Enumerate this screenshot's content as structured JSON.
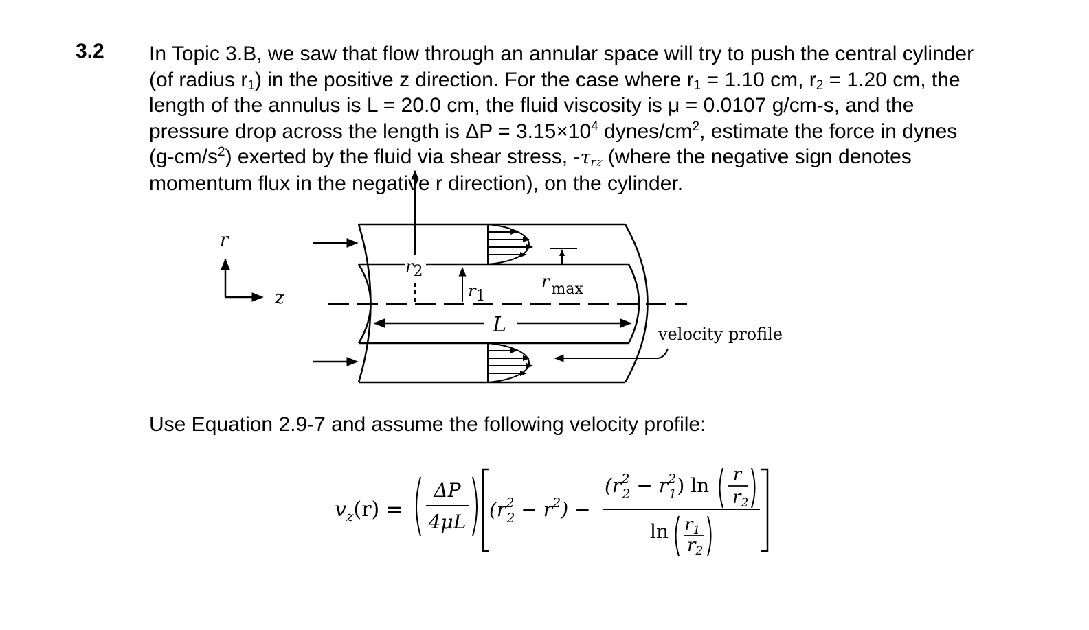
{
  "problem": {
    "number": "3.2",
    "line1": "In Topic 3.B, we saw that flow through an annular space will try to push the central cylinder",
    "line2a": "(of radius r",
    "line2_sub": "1",
    "line2b": ") in the positive z direction.  For the case where r",
    "line2_sub2": "1",
    "line2c": " = 1.10 cm, r",
    "line2_sub3": "2",
    "line2d": " = 1.20 cm, the",
    "line3": "length of the annulus is L = 20.0 cm, the fluid viscosity is μ = 0.0107 g/cm-s, and the",
    "line4a": "pressure drop across the length is ΔP = 3.15×10",
    "line4_sup": "4",
    "line4b": " dynes/cm",
    "line4_sup2": "2",
    "line4c": ", estimate the force in dynes",
    "line5a": "(g-cm/s",
    "line5_sup": "2",
    "line5b": ") exerted by the fluid via shear stress, -",
    "tau_symbol": "τ",
    "tau_sub": "rz",
    "line5c": " (where the negative sign denotes",
    "line6": "momentum flux in the negative r direction), on the cylinder."
  },
  "figure": {
    "axis_r": "r",
    "axis_z": "z",
    "label_r2": "r",
    "label_r2_sub": "2",
    "label_r1": "r",
    "label_r1_sub": "1",
    "label_rmax": "r",
    "label_rmax_sub": "max",
    "label_L": "L",
    "label_velocity_profile": "velocity profile"
  },
  "instruction": "Use Equation 2.9-7 and assume the following velocity profile:",
  "equation": {
    "lhs_v": "v",
    "lhs_sub": "z",
    "lhs_arg": "(r) =",
    "frac1_num": "ΔP",
    "frac1_den": "4μL",
    "term1": "(r",
    "term1_sub": "2",
    "term1_sup": "2",
    "term1_end": " − r",
    "term1_sup2": "2",
    "term1_close": ") −",
    "num_a": "(r",
    "num_a_sub": "2",
    "num_a_sup": "2",
    "num_b": " − r",
    "num_b_sub": "1",
    "num_b_sup": "2",
    "num_c": ") ln",
    "num_frac_num": "r",
    "num_frac_den": "r",
    "num_frac_den_sub": "2",
    "den_ln": "ln",
    "den_frac_num": "r",
    "den_frac_num_sub": "1",
    "den_frac_den": "r",
    "den_frac_den_sub": "2"
  }
}
